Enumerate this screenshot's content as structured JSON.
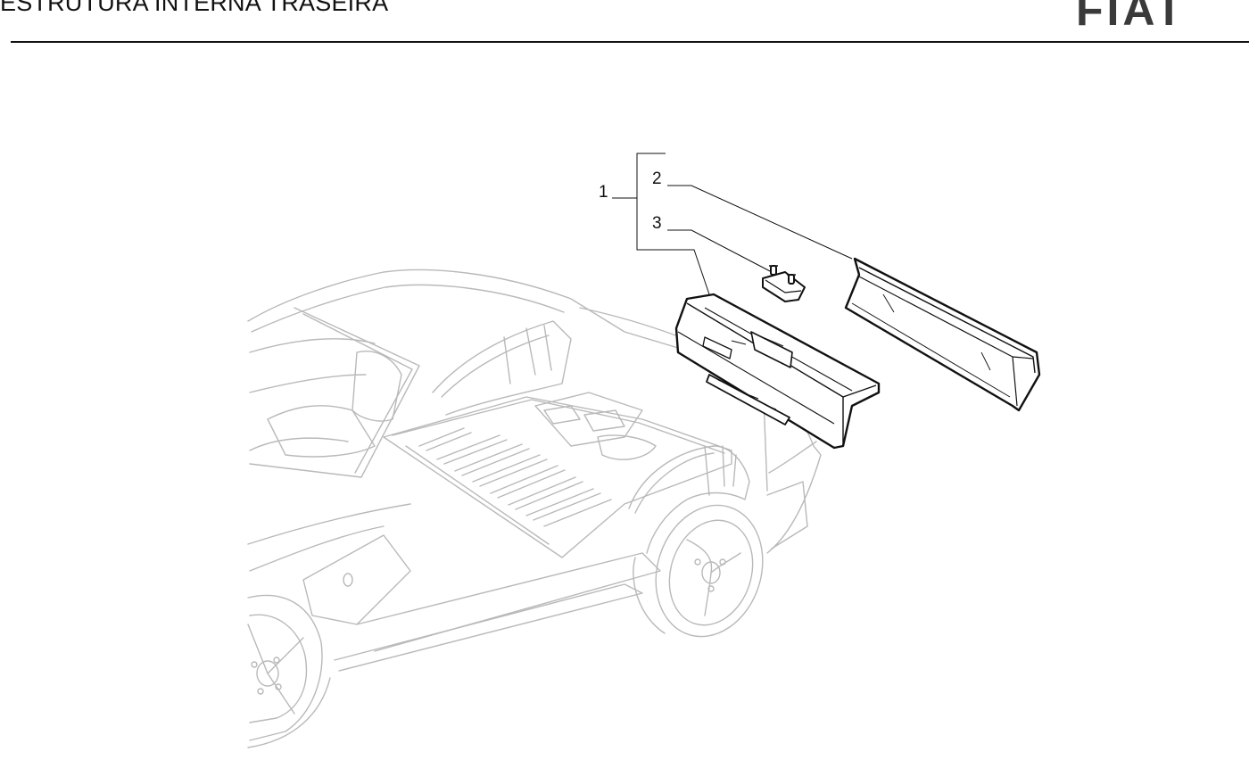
{
  "header": {
    "title": "ESTRUTURA INTERNA TRASEIRA",
    "brand": "FIAT"
  },
  "diagram": {
    "callouts": [
      "1",
      "2",
      "3"
    ],
    "parts": [
      "assembly-bracket",
      "rear-panel-cover",
      "rear-crossmember-panel",
      "striker-bracket",
      "vehicle-body-outline"
    ]
  }
}
